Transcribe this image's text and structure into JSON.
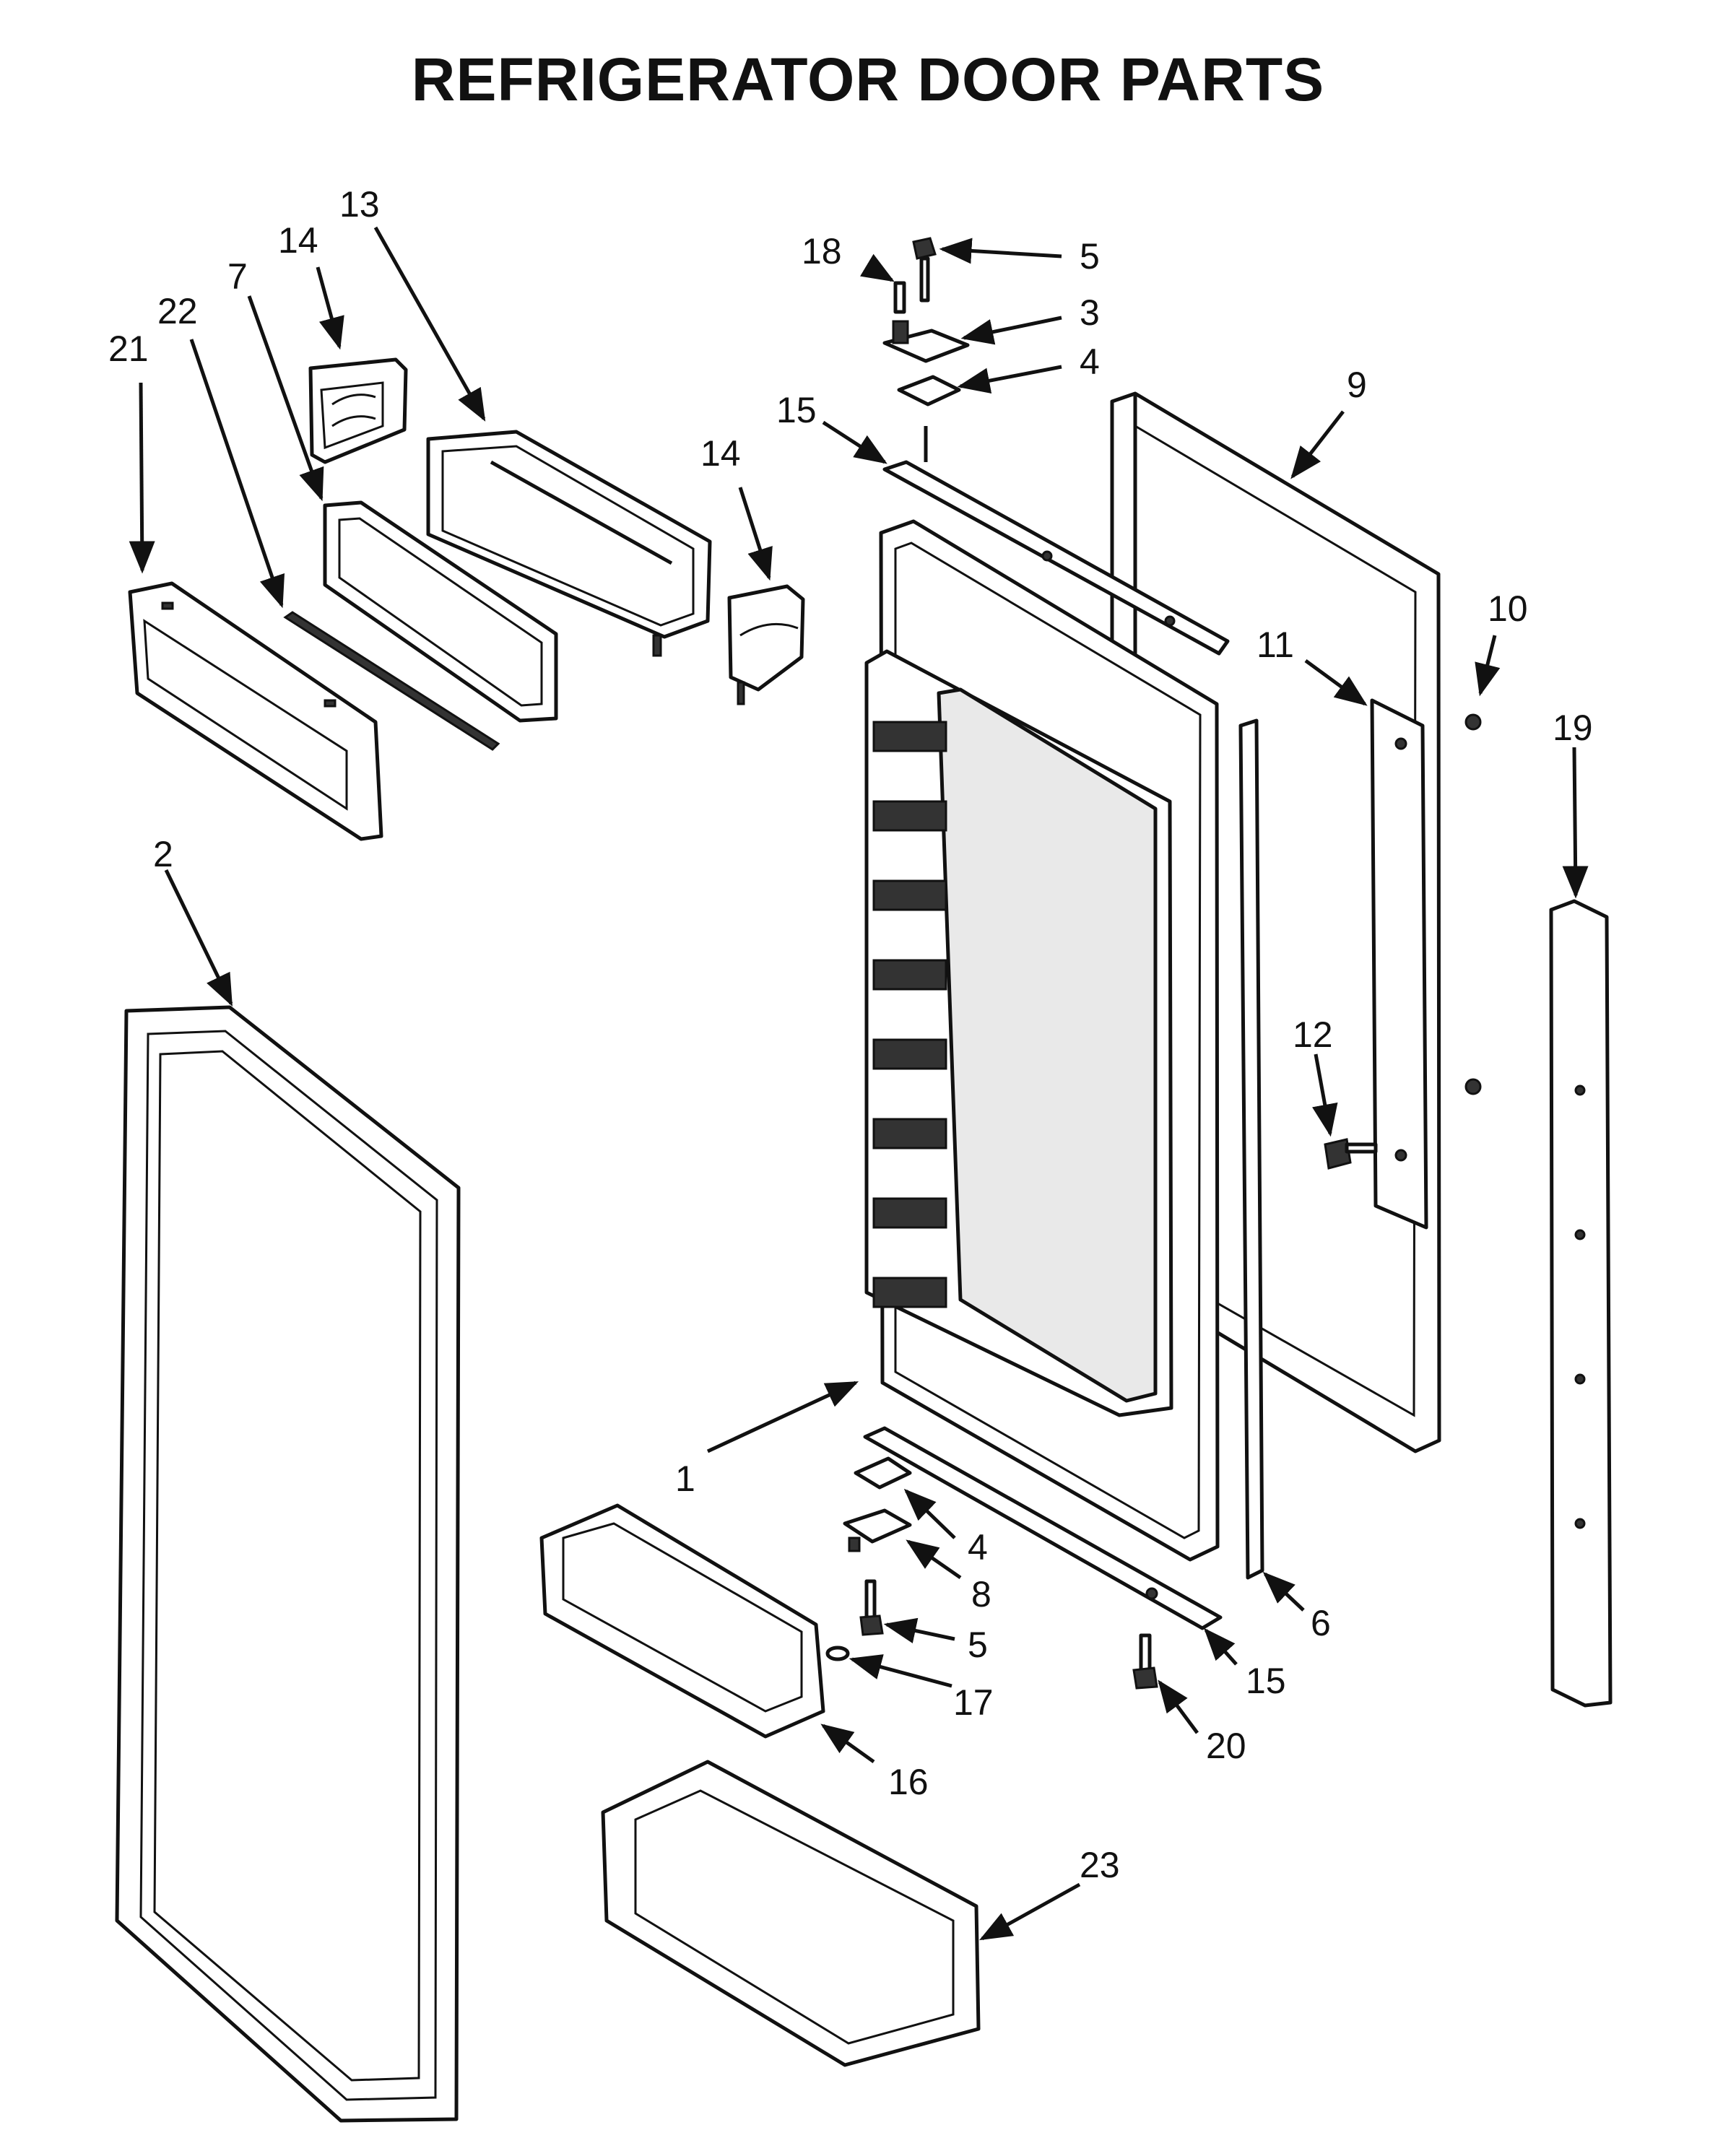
{
  "title": "REFRIGERATOR DOOR PARTS",
  "callouts": [
    "1",
    "2",
    "3",
    "4",
    "5",
    "6",
    "7",
    "8",
    "9",
    "10",
    "11",
    "12",
    "13",
    "14",
    "15",
    "16",
    "17",
    "18",
    "19",
    "20",
    "21",
    "22",
    "23"
  ],
  "labels": [
    {
      "id": "1",
      "text": "1"
    },
    {
      "id": "2",
      "text": "2"
    },
    {
      "id": "3",
      "text": "3"
    },
    {
      "id": "4a",
      "text": "4"
    },
    {
      "id": "4b",
      "text": "4"
    },
    {
      "id": "5a",
      "text": "5"
    },
    {
      "id": "5b",
      "text": "5"
    },
    {
      "id": "6",
      "text": "6"
    },
    {
      "id": "7",
      "text": "7"
    },
    {
      "id": "8",
      "text": "8"
    },
    {
      "id": "9",
      "text": "9"
    },
    {
      "id": "10",
      "text": "10"
    },
    {
      "id": "11",
      "text": "11"
    },
    {
      "id": "12",
      "text": "12"
    },
    {
      "id": "13",
      "text": "13"
    },
    {
      "id": "14a",
      "text": "14"
    },
    {
      "id": "14b",
      "text": "14"
    },
    {
      "id": "15a",
      "text": "15"
    },
    {
      "id": "15b",
      "text": "15"
    },
    {
      "id": "16",
      "text": "16"
    },
    {
      "id": "17",
      "text": "17"
    },
    {
      "id": "18",
      "text": "18"
    },
    {
      "id": "19",
      "text": "19"
    },
    {
      "id": "20",
      "text": "20"
    },
    {
      "id": "21",
      "text": "21"
    },
    {
      "id": "22",
      "text": "22"
    },
    {
      "id": "23",
      "text": "23"
    }
  ]
}
